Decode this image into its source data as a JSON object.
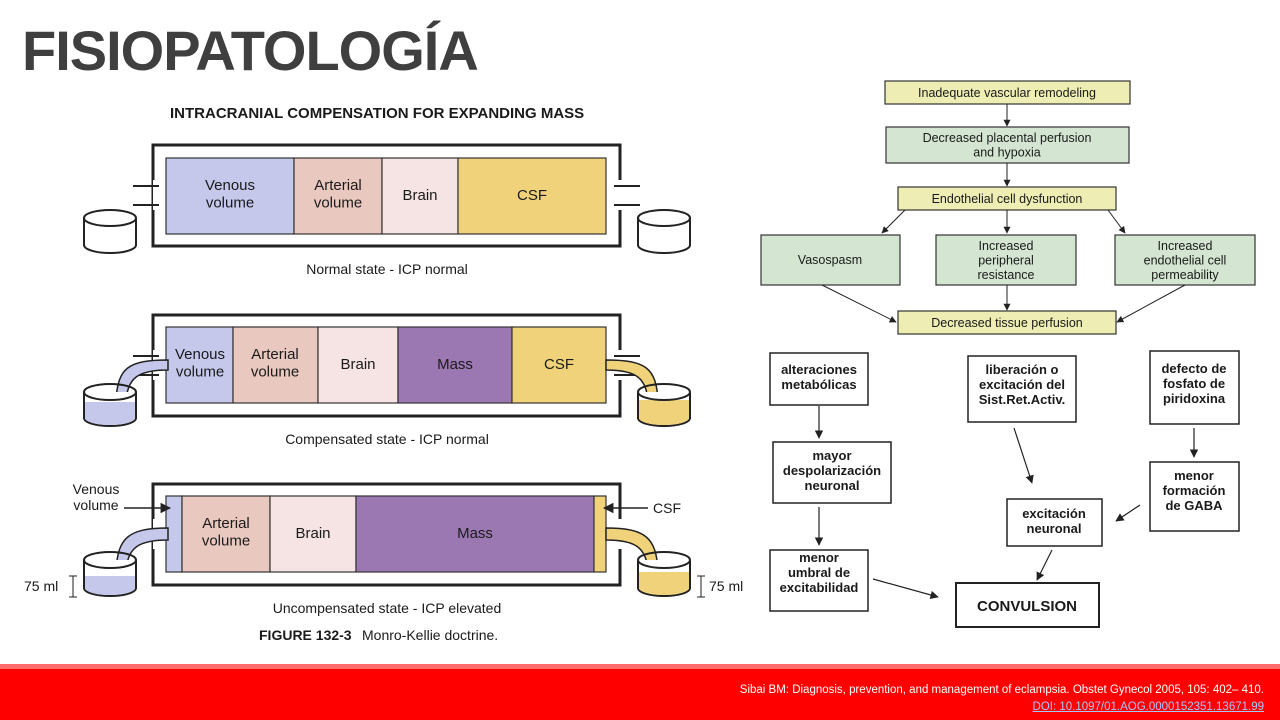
{
  "title": "FISIOPATOLOGÍA",
  "left_diagram": {
    "heading": "INTRACRANIAL COMPENSATION FOR EXPANDING MASS",
    "normal": {
      "cells": [
        "Venous\nvolume",
        "Arterial\nvolume",
        "Brain",
        "CSF"
      ],
      "caption": "Normal state - ICP normal"
    },
    "compensated": {
      "cells": [
        "Venous\nvolume",
        "Arterial\nvolume",
        "Brain",
        "Mass",
        "CSF"
      ],
      "caption": "Compensated state - ICP normal"
    },
    "uncompensated": {
      "cells": [
        "Arterial\nvolume",
        "Brain",
        "Mass"
      ],
      "left_label": "Venous\nvolume",
      "right_label": "CSF",
      "left_ml": "75 ml",
      "right_ml": "75 ml",
      "caption": "Uncompensated state - ICP elevated"
    },
    "figure_label": "FIGURE 132-3",
    "figure_title": "Monro-Kellie doctrine.",
    "colors": {
      "venous": "#c5c8ea",
      "arterial": "#e9c9bf",
      "brain": "#f6e4e4",
      "csf": "#efd27a",
      "mass": "#9c78b2",
      "figure_label": "#c0392b"
    }
  },
  "flow_top": {
    "inadequate": "Inadequate vascular remodeling",
    "decreased_perfusion": "Decreased placental perfusion\nand hypoxia",
    "endothelial": "Endothelial cell dysfunction",
    "vasospasm": "Vasospasm",
    "resistance": "Increased\nperipheral\nresistance",
    "permeability": "Increased\nendothelial cell\npermeability",
    "tissue": "Decreased tissue perfusion",
    "colors": {
      "top_box": "#eeeeb4",
      "green_box": "#d4e6d2"
    }
  },
  "flow_bottom": {
    "alteraciones": "alteraciones\nmetabólicas",
    "mayor": "mayor\ndespolarización\nneuronal",
    "menor_umbral": "menor\numbral de\nexcitabilidad",
    "liberacion": "liberación o\nexcitación del\nSist.Ret.Activ.",
    "excitacion": "excitación\nneuronal",
    "defecto": "defecto de\nfosfato de\npiridoxina",
    "menor_gaba": "menor\nformación\nde GABA",
    "convulsion": "CONVULSION"
  },
  "footer": {
    "citation": "Sibai BM: Diagnosis, prevention, and management of eclampsia. Obstet Gynecol 2005, 105: 402– 410.",
    "doi": "DOI: 10.1097/01.AOG.0000152351.13671.99",
    "color": "#ff0000"
  }
}
